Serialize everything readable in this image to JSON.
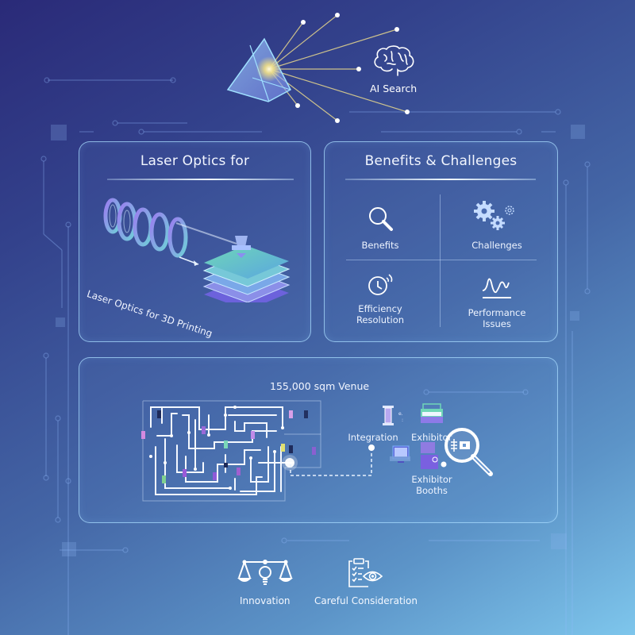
{
  "header": {
    "ai_search_label": "AI Search",
    "prism_icon": "prism-icon",
    "brain_icon": "brain-icon"
  },
  "panel_laser": {
    "title": "Laser Optics for",
    "caption": "Laser Optics for 3D Printing",
    "icons": [
      "lens-array-icon",
      "printer-layers-icon"
    ]
  },
  "panel_benefits": {
    "title": "Benefits & Challenges",
    "cells": [
      {
        "label": "Benefits",
        "icon": "magnifier-icon"
      },
      {
        "label": "Challenges",
        "icon": "gears-icon"
      },
      {
        "label": "Efficiency\nResolution",
        "line1": "Efficiency",
        "line2": "Resolution",
        "icon": "stopwatch-icon"
      },
      {
        "label": "Performance\nIssues",
        "line1": "Performance",
        "line2": "Issues",
        "icon": "waveform-icon"
      }
    ]
  },
  "panel_venue": {
    "title": "155,000 sqm Venue",
    "integration_label": "Integration",
    "exhibitor_label": "Exhibitor",
    "booths_line1": "Exhibitor",
    "booths_line2": "Booths",
    "icons": [
      "maze-icon",
      "pillar-icon",
      "printer-icon",
      "monitor-icon",
      "booth-icon",
      "search-magnifier-icon"
    ]
  },
  "footer": {
    "items": [
      {
        "label": "Innovation",
        "icon": "scales-lightbulb-icon"
      },
      {
        "label": "Careful Consideration",
        "icon": "clipboard-eye-icon"
      }
    ]
  },
  "colors": {
    "bg_top_left": "#2a2a78",
    "bg_bottom_right": "#7ec6ec",
    "panel_border": "#aadcff",
    "accent_green": "#6fd6b8",
    "accent_purple": "#7b6be0",
    "beam_yellow": "#ffe98a"
  }
}
